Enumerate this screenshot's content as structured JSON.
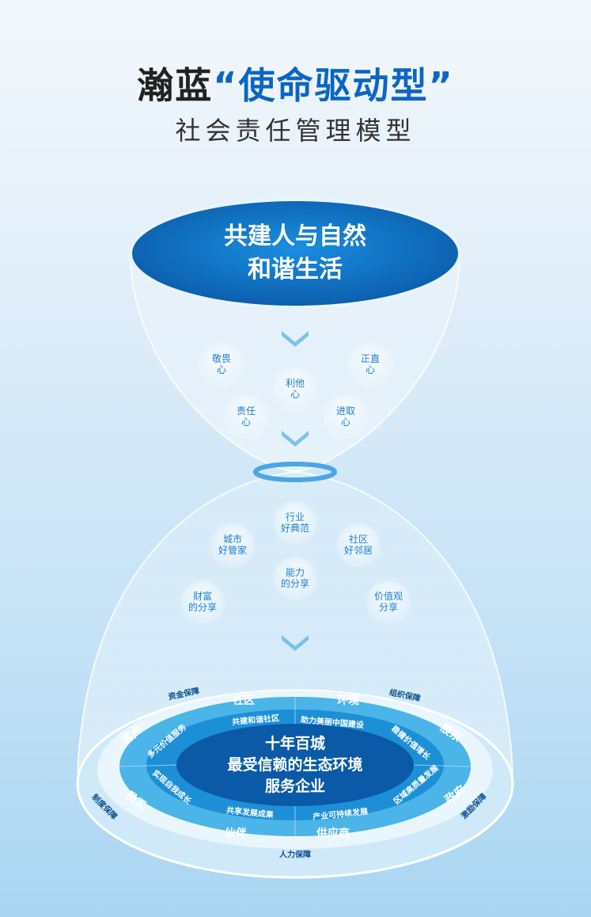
{
  "title": {
    "prefix": "瀚蓝",
    "highlight": "“使命驱动型”",
    "subtitle": "社会责任管理模型"
  },
  "top": {
    "line1": "共建人与自然",
    "line2": "和谐生活"
  },
  "hearts": [
    {
      "l1": "敬畏",
      "l2": "心"
    },
    {
      "l1": "正直",
      "l2": "心"
    },
    {
      "l1": "利他",
      "l2": "心"
    },
    {
      "l1": "责任",
      "l2": "心"
    },
    {
      "l1": "进取",
      "l2": "心"
    }
  ],
  "roles": [
    {
      "l1": "行业",
      "l2": "好典范"
    },
    {
      "l1": "城市",
      "l2": "好管家"
    },
    {
      "l1": "社区",
      "l2": "好邻居"
    },
    {
      "l1": "能力",
      "l2": "的分享"
    },
    {
      "l1": "财富",
      "l2": "的分享"
    },
    {
      "l1": "价值观",
      "l2": "分享"
    }
  ],
  "center": {
    "line1": "十年百城",
    "line2": "最受信赖的生态环境",
    "line3": "服务企业"
  },
  "stakeholders": [
    "社区",
    "环境",
    "股东",
    "政府",
    "供应商",
    "伙伴",
    "员工",
    "客户"
  ],
  "commitments": [
    "共建和谐社区",
    "助力美丽中国建设",
    "稳健价值增长",
    "区域高质量发展",
    "产业可持续发展",
    "共享发展成果",
    "实现自我成长",
    "多元价值服务"
  ],
  "guarantees": [
    "资金保障",
    "组织保障",
    "制度保障",
    "激励保障",
    "人力保障"
  ],
  "colors": {
    "brand": "#0b66c3",
    "dark": "#0a5aa8",
    "ring": "#4bb4e8"
  }
}
